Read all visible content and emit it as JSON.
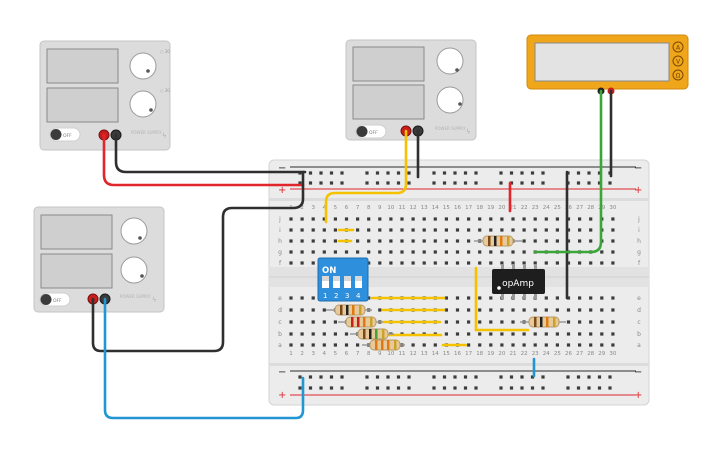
{
  "supplies": [
    {
      "id": "ps1",
      "power_label": "OFF",
      "brand_label": "POWER SUPPLY"
    },
    {
      "id": "ps2",
      "power_label": "OFF",
      "brand_label": "POWER SUPPLY"
    },
    {
      "id": "ps3",
      "power_label": "OFF",
      "brand_label": "POWER SUPPLY"
    }
  ],
  "multimeter": {
    "modes": [
      "A",
      "V",
      "Ω"
    ]
  },
  "breadboard": {
    "columns": [
      "1",
      "2",
      "3",
      "4",
      "5",
      "6",
      "7",
      "8",
      "9",
      "10",
      "11",
      "12",
      "13",
      "14",
      "15",
      "16",
      "17",
      "18",
      "19",
      "20",
      "21",
      "22",
      "23",
      "24",
      "25",
      "26",
      "27",
      "28",
      "29",
      "30"
    ],
    "rows_top": [
      "j",
      "i",
      "h",
      "g",
      "f"
    ],
    "rows_bottom": [
      "e",
      "d",
      "c",
      "b",
      "a"
    ],
    "rail_plus": "+",
    "rail_minus": "−"
  },
  "dip_switch": {
    "label": "ON",
    "numbers": [
      "1",
      "2",
      "3",
      "4"
    ]
  },
  "chip": {
    "label": "opAmp"
  },
  "colors": {
    "wire_red": "#e0262b",
    "wire_black": "#2f2f2f",
    "wire_yellow": "#f5c200",
    "wire_green": "#3aa63a",
    "wire_blue": "#2196d3",
    "dip_blue": "#2e8fdc",
    "meter_orange": "#f0a61a"
  }
}
